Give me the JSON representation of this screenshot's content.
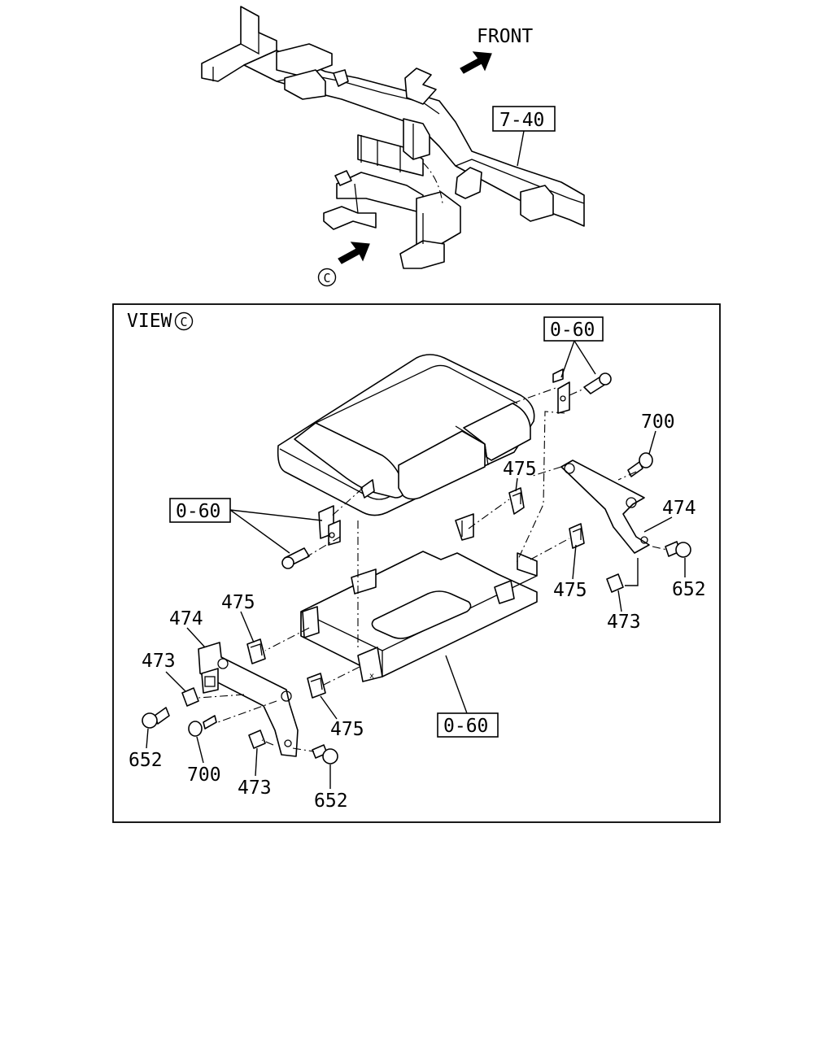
{
  "top": {
    "front_label": "FRONT",
    "frame_ref": "7-40",
    "view_marker": "C"
  },
  "detail": {
    "view_label": "VIEW",
    "view_marker": "C",
    "refs": {
      "ref_top_right": "0-60",
      "ref_left": "0-60",
      "ref_bottom": "0-60"
    },
    "parts": {
      "p700_right": "700",
      "p475_upper_mid": "475",
      "p474_right": "474",
      "p475_right": "475",
      "p652_right": "652",
      "p473_right": "473",
      "p474_left": "474",
      "p475_left_upper": "475",
      "p473_left": "473",
      "p475_left_lower": "475",
      "p652_left": "652",
      "p700_left": "700",
      "p473_bottom": "473",
      "p652_bottom": "652"
    }
  }
}
